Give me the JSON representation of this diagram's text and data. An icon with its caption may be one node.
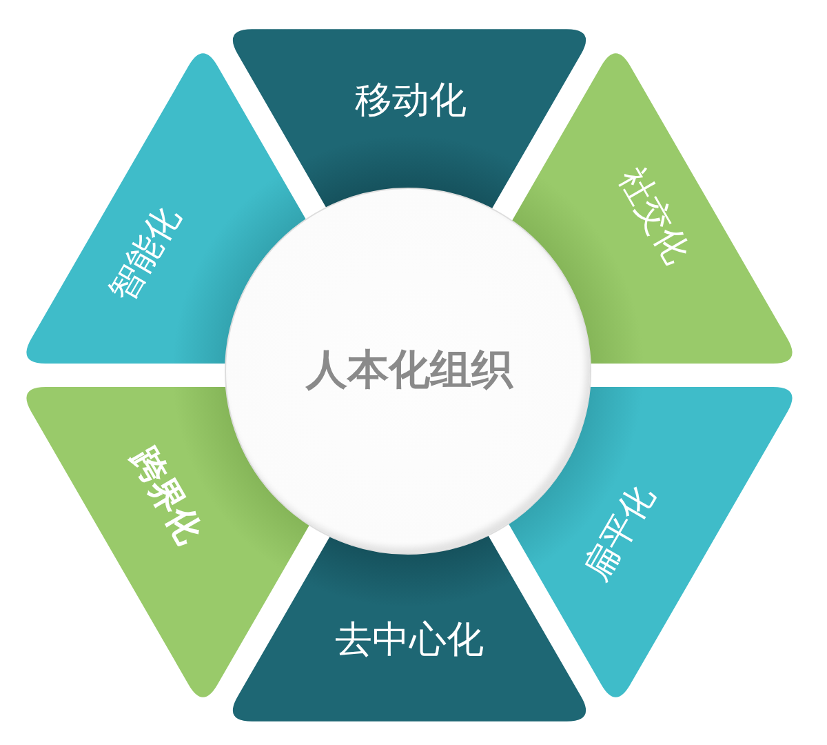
{
  "diagram": {
    "nodes": [
      {
        "text": [
          "移动化"
        ]
      },
      {
        "text": [
          "智能化"
        ]
      },
      {
        "text": [
          "社交化"
        ]
      },
      {
        "text": [
          "人本化组织"
        ]
      },
      {
        "text": [
          "跨界化"
        ]
      },
      {
        "text": [
          "扁平化"
        ]
      },
      {
        "text": [
          "去中心化"
        ]
      }
    ]
  }
}
